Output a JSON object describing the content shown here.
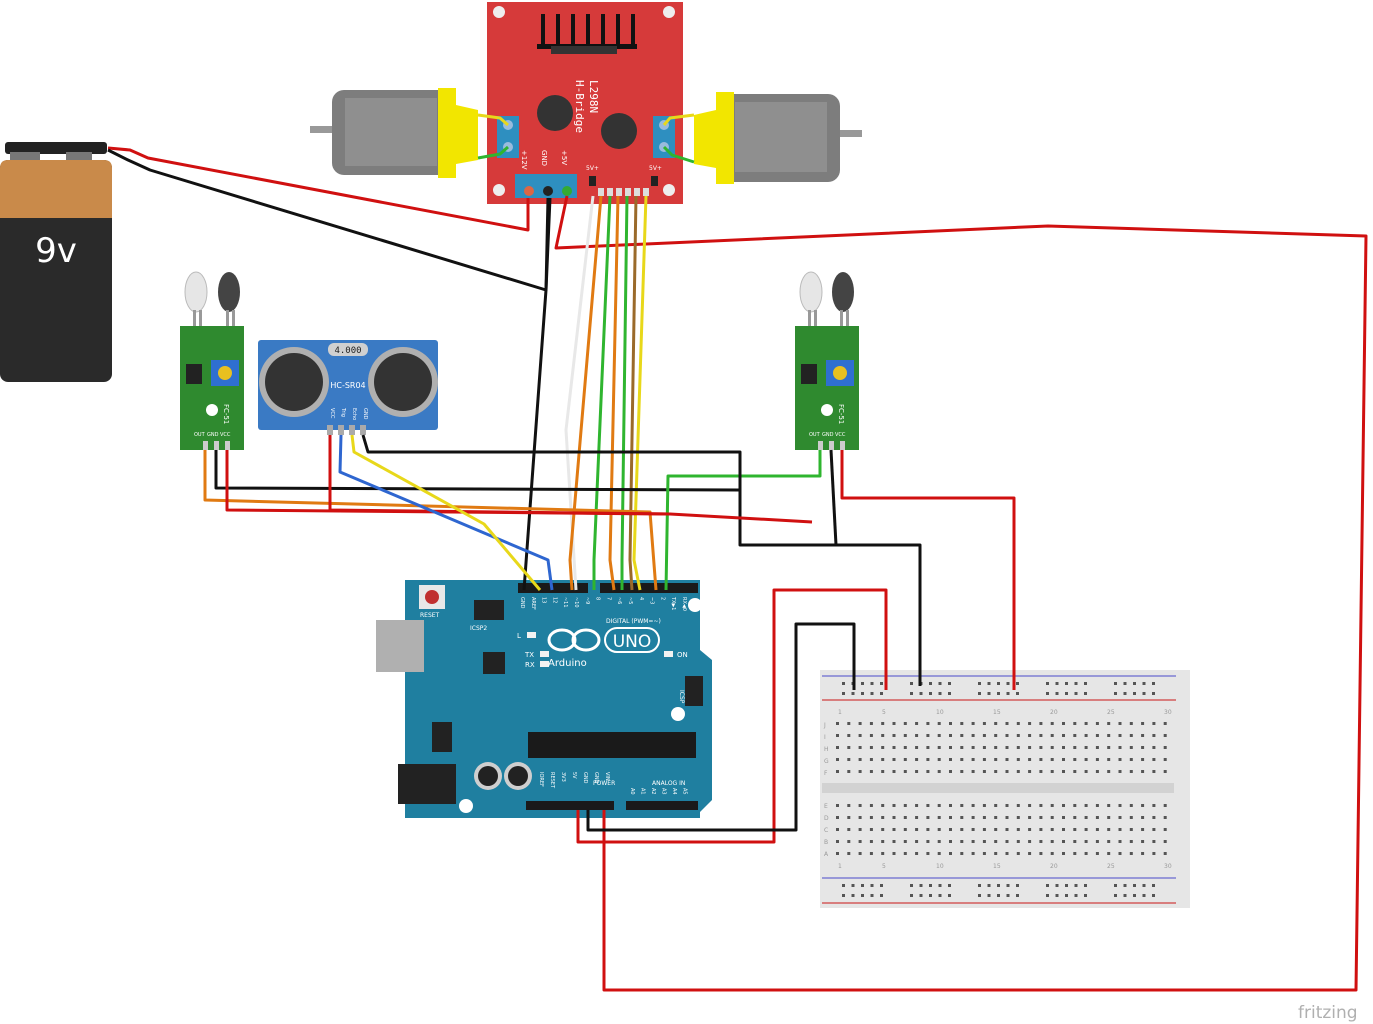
{
  "battery": {
    "voltage_label": "9v"
  },
  "hbridge": {
    "line1": "L298N",
    "line2": "H-Bridge",
    "pin_12v": "+12V",
    "pin_gnd": "GND",
    "pin_5v": "+5V",
    "jumper_a": "5V+",
    "jumper_b": "5V+"
  },
  "ultrasonic": {
    "model": "HC-SR04",
    "display": "4.000",
    "pins": [
      "VCC",
      "Trig",
      "Echo",
      "GND"
    ]
  },
  "ir_sensor_left": {
    "model": "FC-51",
    "pins": [
      "OUT",
      "GND",
      "VCC"
    ]
  },
  "ir_sensor_right": {
    "model": "FC-51",
    "pins": [
      "OUT",
      "GND",
      "VCC"
    ]
  },
  "arduino": {
    "brand": "Arduino",
    "model": "UNO",
    "reset_label": "RESET",
    "icsp2_label": "ICSP2",
    "icsp_label": "ICSP",
    "led_l": "L",
    "led_tx": "TX",
    "led_rx": "RX",
    "on_label": "ON",
    "digital_label": "DIGITAL (PWM=~)",
    "power_label": "POWER",
    "analog_label": "ANALOG IN",
    "digital_pins": [
      "GND",
      "AREF",
      "13",
      "12",
      "~11",
      "~10",
      "~9",
      "8",
      "7",
      "~6",
      "~5",
      "4",
      "~3",
      "2",
      "TX▶1",
      "RX◀0"
    ],
    "power_pins": [
      "IOREF",
      "RESET",
      "3V3",
      "5V",
      "GND",
      "GND",
      "VIN"
    ],
    "analog_pins": [
      "A0",
      "A1",
      "A2",
      "A3",
      "A4",
      "A5"
    ]
  },
  "breadboard": {
    "column_numbers": [
      "1",
      "5",
      "10",
      "15",
      "20",
      "25",
      "30"
    ],
    "row_letters_top": [
      "J",
      "I",
      "H",
      "G",
      "F"
    ],
    "row_letters_bottom": [
      "E",
      "D",
      "C",
      "B",
      "A"
    ]
  },
  "watermark": "fritzing",
  "colors": {
    "arduino_board": "#1f7fa0",
    "hbridge_board": "#d42a2a",
    "sensor_board": "#2e8b2e",
    "ultrasonic_board": "#2f6fb5",
    "wire_red": "#d01010",
    "wire_black": "#111111",
    "wire_yellow": "#e8d81a",
    "wire_orange": "#e07a12",
    "wire_green": "#2fb52f",
    "wire_blue": "#2e66d0",
    "wire_brown": "#9a6a2a"
  }
}
